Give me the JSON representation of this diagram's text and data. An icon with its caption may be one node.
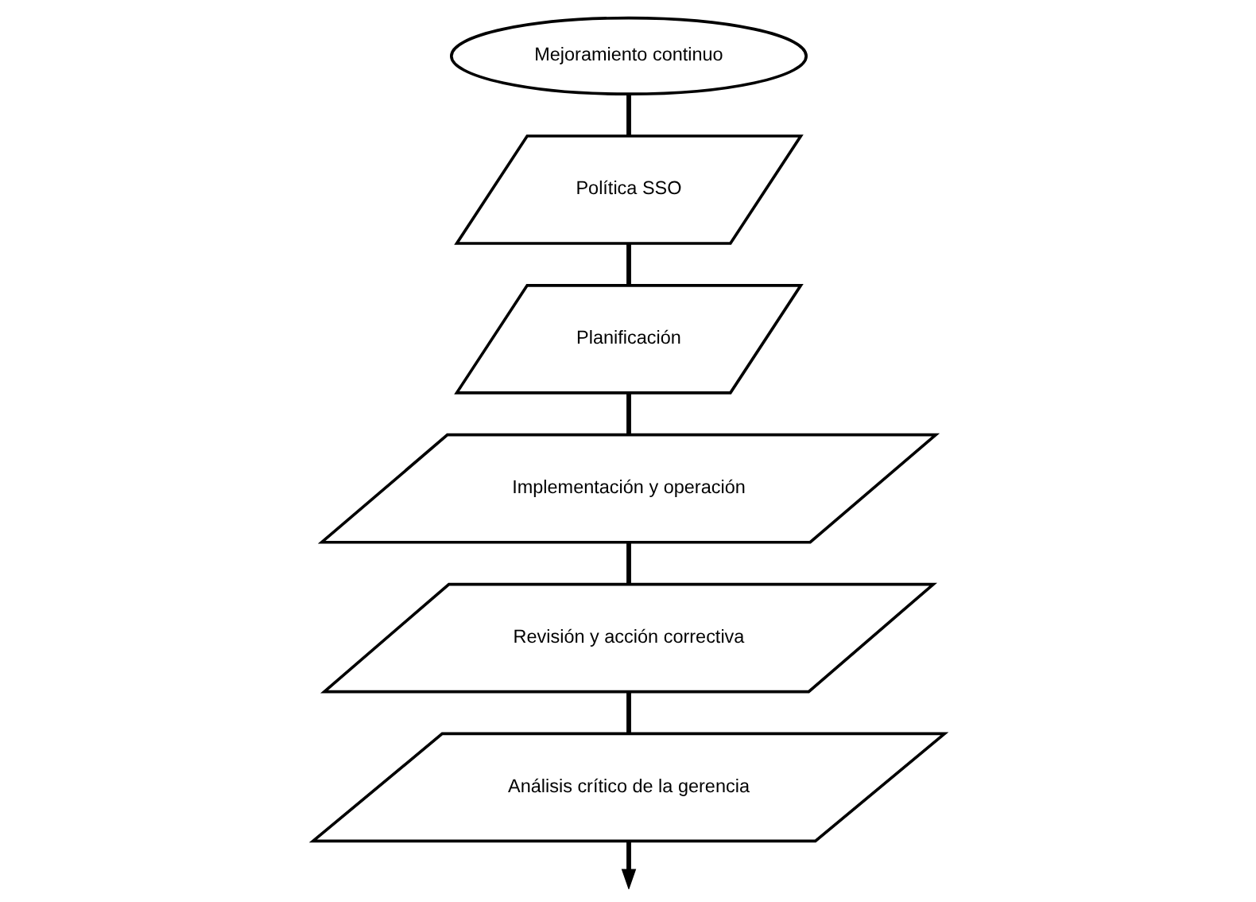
{
  "diagram": {
    "nodes": [
      {
        "text": [
          "Mejoramiento continuo"
        ]
      },
      {
        "text": [
          "Política SSO"
        ]
      },
      {
        "text": [
          "Planificación"
        ]
      },
      {
        "text": [
          "Implementación y operación"
        ]
      },
      {
        "text": [
          "Revisión y acción correctiva"
        ]
      },
      {
        "text": [
          "Análisis crítico de la gerencia"
        ]
      }
    ],
    "edges": [
      {
        "from": 0,
        "to": 1,
        "arrow": "none"
      },
      {
        "from": 1,
        "to": 2,
        "arrow": "none"
      },
      {
        "from": 2,
        "to": 3,
        "arrow": "none"
      },
      {
        "from": 3,
        "to": 4,
        "arrow": "none"
      },
      {
        "from": 4,
        "to": 5,
        "arrow": "none"
      },
      {
        "from": 5,
        "to": null,
        "arrow": "to"
      }
    ]
  }
}
